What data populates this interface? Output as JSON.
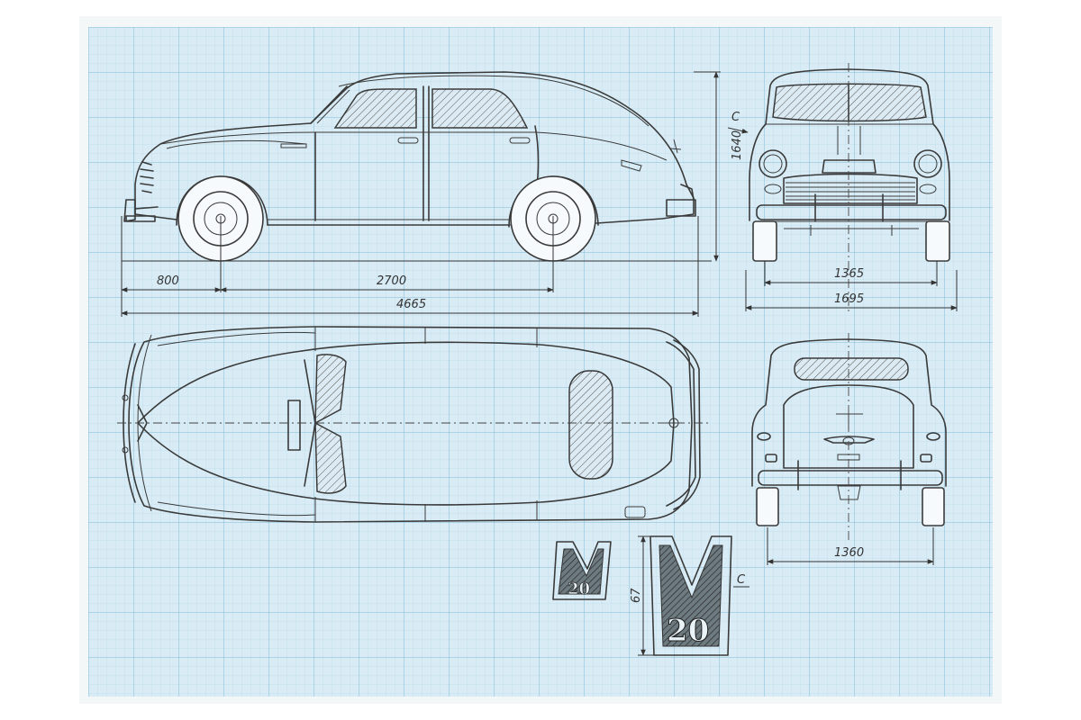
{
  "drawing": {
    "dimensions": {
      "height": "1640",
      "front_overhang": "800",
      "wheelbase": "2700",
      "overall_length": "4665",
      "front_track": "1365",
      "overall_width": "1695",
      "rear_track": "1360",
      "emblem_height": "67"
    },
    "view_marker": "C",
    "emblem_marker": "C",
    "emblem_small": {
      "letter": "M",
      "number": "20"
    },
    "emblem_large": {
      "letter": "M",
      "number": "20"
    }
  },
  "colors": {
    "paper": "#d9ecf5",
    "grid_fine": "#a9d3e6",
    "grid_major": "#7fbad6",
    "ink": "#3a3a3a"
  }
}
